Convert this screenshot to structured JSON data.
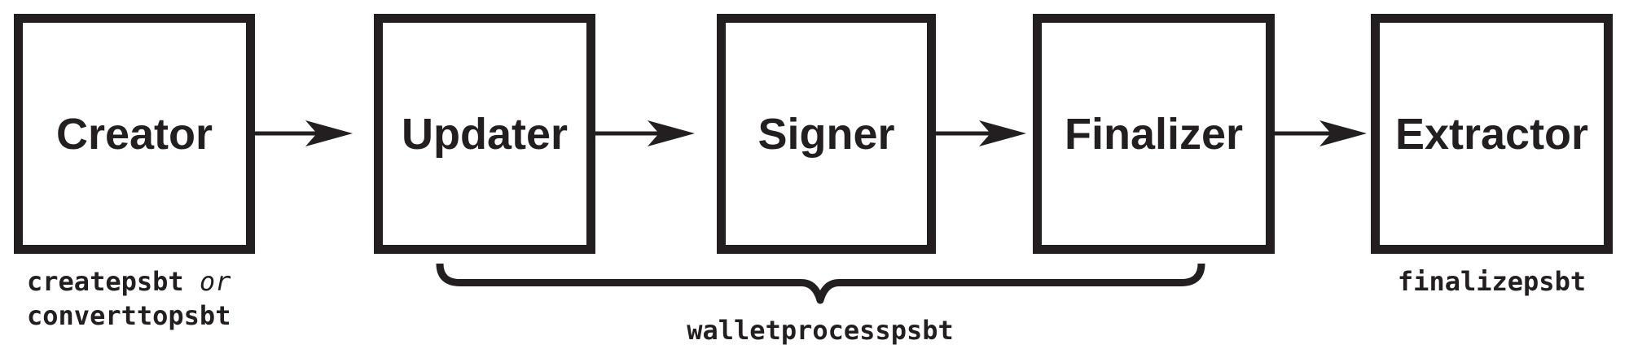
{
  "diagram": {
    "ink_color": "#231f20",
    "background_color": "#ffffff",
    "boxes": [
      {
        "label": "Creator"
      },
      {
        "label": "Updater"
      },
      {
        "label": "Signer"
      },
      {
        "label": "Finalizer"
      },
      {
        "label": "Extractor"
      }
    ],
    "captions": {
      "creator_code_1": "createpsbt",
      "creator_conjunction": "or",
      "creator_code_2": "converttopsbt",
      "brace_label": "walletprocesspsbt",
      "extractor_code": "finalizepsbt"
    }
  }
}
